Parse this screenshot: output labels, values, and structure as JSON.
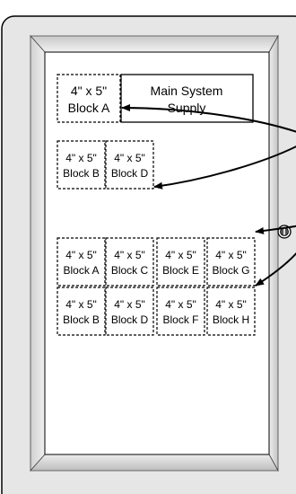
{
  "main_supply": {
    "line1": "Main System",
    "line2": "Supply"
  },
  "blocks": {
    "top_a": {
      "line1": "4\" x 5\"",
      "line2": "Block A"
    },
    "top_b": {
      "line1": "4\" x 5\"",
      "line2": "Block B"
    },
    "top_d": {
      "line1": "4\" x 5\"",
      "line2": "Block D"
    },
    "row1": [
      {
        "line1": "4\" x 5\"",
        "line2": "Block A"
      },
      {
        "line1": "4\" x 5\"",
        "line2": "Block C"
      },
      {
        "line1": "4\" x 5\"",
        "line2": "Block E"
      },
      {
        "line1": "4\" x 5\"",
        "line2": "Block G"
      }
    ],
    "row2": [
      {
        "line1": "4\" x 5\"",
        "line2": "Block B"
      },
      {
        "line1": "4\" x 5\"",
        "line2": "Block D"
      },
      {
        "line1": "4\" x 5\"",
        "line2": "Block F"
      },
      {
        "line1": "4\" x 5\"",
        "line2": "Block H"
      }
    ]
  },
  "colors": {
    "cabinet_fill": "#e8e8e8",
    "panel_fill": "#ffffff",
    "stroke": "#000000"
  }
}
